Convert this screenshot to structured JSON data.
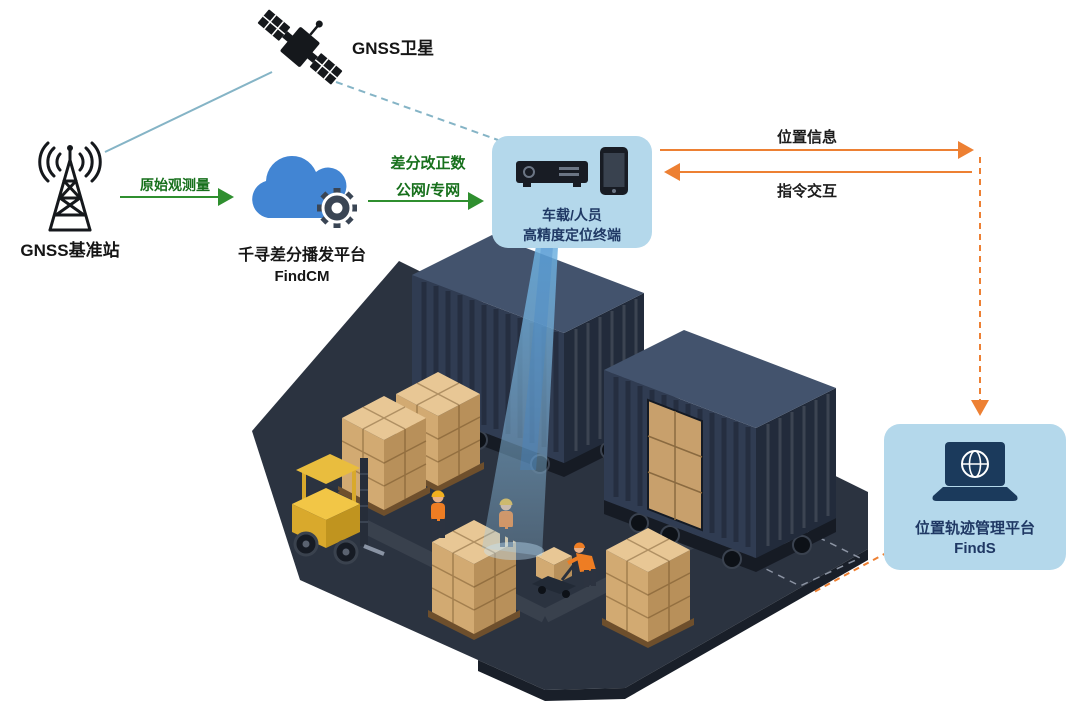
{
  "colors": {
    "link_green": "#2f8f2f",
    "link_orange": "#ed8033",
    "link_teal": "#85b4c6",
    "panel_bg": "#b4d8eb",
    "label_navy": "#1f3864",
    "label_green": "#17701c",
    "label_black": "#1c1c1c"
  },
  "nodes": {
    "satellite": {
      "label": "GNSS卫星",
      "icon": "satellite-icon"
    },
    "base_station": {
      "label": "GNSS基准站",
      "icon": "radio-tower-icon"
    },
    "cloud_platform": {
      "name": "千寻差分播发平台",
      "product": "FindCM",
      "icon": "cloud-gear-icon"
    },
    "terminal": {
      "line1": "车载/人员",
      "line2": "高精度定位终端",
      "icons": [
        "gnss-receiver-icon",
        "smartphone-icon"
      ]
    },
    "finds_platform": {
      "name": "位置轨迹管理平台",
      "product": "FindS",
      "icon": "laptop-globe-icon"
    }
  },
  "links": {
    "raw_observation": {
      "label": "原始观测量"
    },
    "corrections": {
      "line1": "差分改正数",
      "line2": "公网/专网"
    },
    "position_info": {
      "label": "位置信息"
    },
    "command_interaction": {
      "label": "指令交互"
    }
  },
  "scene": {
    "icons": [
      "shipping-container-icon",
      "pallet-boxes-icon",
      "forklift-icon",
      "worker-icon",
      "positioning-beam"
    ]
  }
}
